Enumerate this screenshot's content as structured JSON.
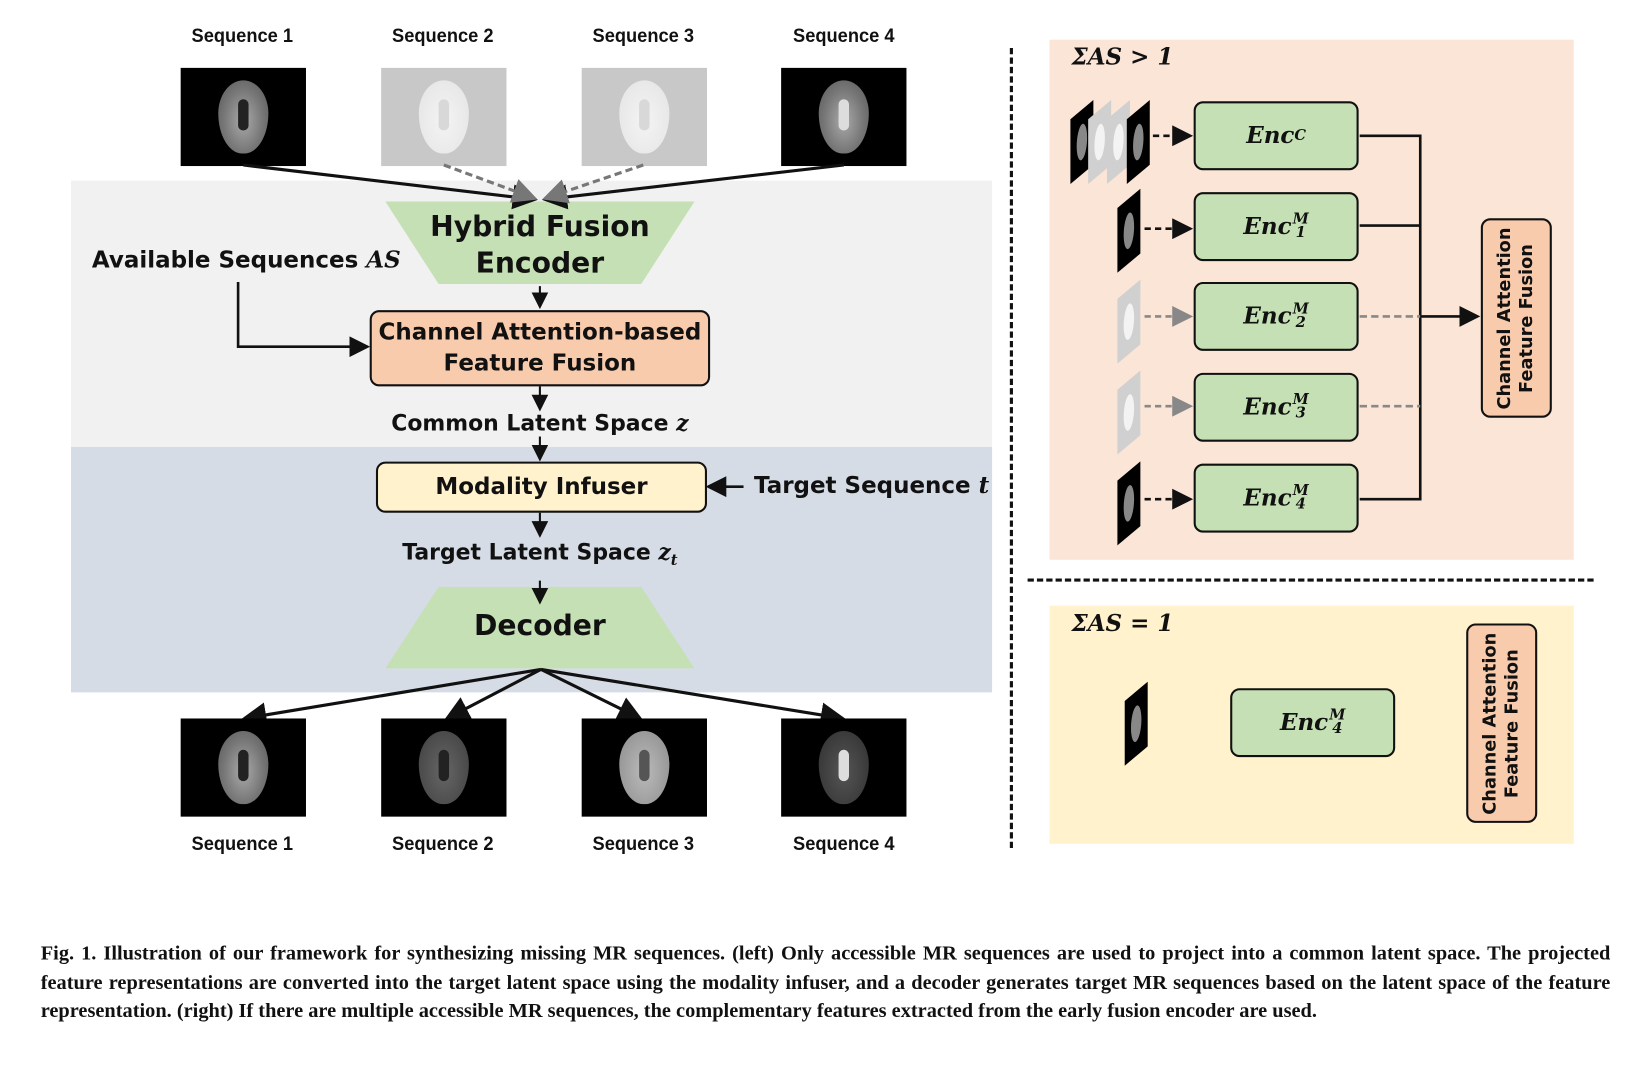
{
  "figure": {
    "input_sequences": [
      {
        "label": "Sequence 1",
        "available": true
      },
      {
        "label": "Sequence 2",
        "available": false
      },
      {
        "label": "Sequence 3",
        "available": false
      },
      {
        "label": "Sequence 4",
        "available": true
      }
    ],
    "output_sequences": [
      {
        "label": "Sequence 1"
      },
      {
        "label": "Sequence 2"
      },
      {
        "label": "Sequence 3"
      },
      {
        "label": "Sequence 4"
      }
    ],
    "left_panel": {
      "encoder_line1": "Hybrid Fusion",
      "encoder_line2": "Encoder",
      "available_sequences_label": "Available Sequences",
      "available_sequences_symbol": "AS",
      "fusion_line1": "Channel Attention-based",
      "fusion_line2": "Feature Fusion",
      "common_latent_label": "Common Latent Space",
      "common_latent_symbol": "z",
      "infuser_label": "Modality Infuser",
      "target_sequence_label": "Target Sequence",
      "target_sequence_symbol": "t",
      "target_latent_label": "Target Latent Space",
      "target_latent_symbol": "z",
      "target_latent_subscript": "t",
      "decoder_label": "Decoder"
    },
    "right_top_panel": {
      "condition": "ΣAS > 1",
      "encoders": [
        {
          "base": "Enc",
          "sup": "C",
          "sub": "",
          "input": "all",
          "active": true
        },
        {
          "base": "Enc",
          "sup": "M",
          "sub": "1",
          "input": "sequence-1",
          "active": true
        },
        {
          "base": "Enc",
          "sup": "M",
          "sub": "2",
          "input": "sequence-2",
          "active": false
        },
        {
          "base": "Enc",
          "sup": "M",
          "sub": "3",
          "input": "sequence-3",
          "active": false
        },
        {
          "base": "Enc",
          "sup": "M",
          "sub": "4",
          "input": "sequence-4",
          "active": true
        }
      ],
      "fusion_line1": "Channel Attention",
      "fusion_line2": "Feature Fusion"
    },
    "right_bottom_panel": {
      "condition": "ΣAS = 1",
      "encoder": {
        "base": "Enc",
        "sup": "M",
        "sub": "4"
      },
      "fusion_line1": "Channel Attention",
      "fusion_line2": "Feature Fusion"
    },
    "caption": "Fig. 1. Illustration of our framework for synthesizing missing MR sequences.  (left) Only accessible MR sequences are used to project into a common latent space.  The projected feature representations are converted into the target latent space using the modality infuser, and a decoder generates target MR sequences based on the latent space of the feature representation. (right) If there are multiple accessible MR sequences, the complementary features extracted from the early fusion encoder are used."
  },
  "colors": {
    "encoder_green": "#c5e0b4",
    "fusion_orange": "#f8cbad",
    "infuser_yellow": "#fff2cc",
    "top_band_gray": "#f1f1f1",
    "bottom_band_blue": "#d6dce6",
    "right_top_bg": "#fbe5d6",
    "right_bottom_bg": "#fff2cc"
  }
}
